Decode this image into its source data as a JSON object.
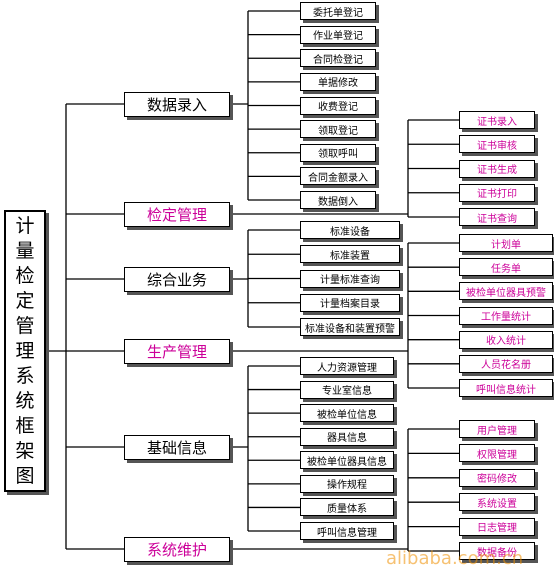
{
  "root": {
    "title": "计量检定管理系统框架图"
  },
  "colors": {
    "line": "#000000",
    "dark_text": "#000000",
    "magenta_text": "#cc0099",
    "watermark": "#f09000"
  },
  "categories": [
    {
      "label": "数据录入",
      "color": "dark",
      "items": [
        "委托单登记",
        "作业单登记",
        "合同检登记",
        "单据修改",
        "收费登记",
        "领取登记",
        "领取呼叫",
        "合同金额录入",
        "数据倒入"
      ]
    },
    {
      "label": "检定管理",
      "color": "magenta",
      "items": [
        "证书录入",
        "证书审核",
        "证书生成",
        "证书打印",
        "证书查询"
      ]
    },
    {
      "label": "综合业务",
      "color": "dark",
      "items": [
        "标准设备",
        "标准装置",
        "计量标准查询",
        "计量档案目录",
        "标准设备和装置预警"
      ]
    },
    {
      "label": "生产管理",
      "color": "magenta",
      "items": [
        "计划单",
        "任务单",
        "被检单位器具预警",
        "工作量统计",
        "收入统计",
        "人员花名册",
        "呼叫信息统计"
      ]
    },
    {
      "label": "基础信息",
      "color": "dark",
      "items": [
        "人力资源管理",
        "专业室信息",
        "被检单位信息",
        "器具信息",
        "被检单位器具信息",
        "操作规程",
        "质量体系",
        "呼叫信息管理"
      ]
    },
    {
      "label": "系统维护",
      "color": "magenta",
      "items": [
        "用户管理",
        "权限管理",
        "密码修改",
        "系统设置",
        "日志管理",
        "数据备份"
      ]
    }
  ],
  "watermark": "alibaba.com.cn"
}
